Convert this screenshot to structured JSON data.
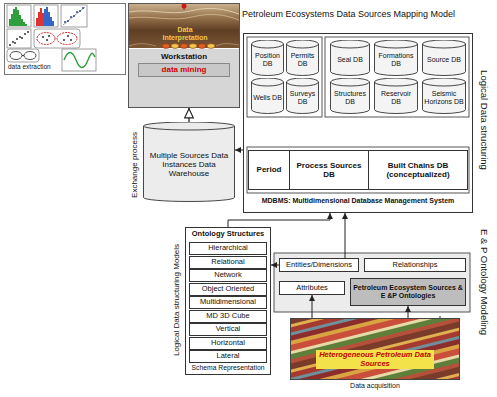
{
  "diagram": {
    "nodes": [
      {
        "text": [
          "data extraction"
        ]
      },
      {
        "text": [
          "Workstation"
        ]
      },
      {
        "text": [
          "Data Interpretation"
        ],
        "in": 1
      },
      {
        "text": [
          "data mining"
        ],
        "in": 1
      },
      {
        "text": [
          "Multiple Sources Data Instances Data Warehouse"
        ]
      },
      {
        "text": [
          "Petroleum Ecosystems Data Sources Mapping Model",
          "MDBMS: Multidimensional Database Management System"
        ]
      },
      {
        "text": [
          "Position DB"
        ],
        "in": 5
      },
      {
        "text": [
          "Permits DB"
        ],
        "in": 5
      },
      {
        "text": [
          "Wells DB"
        ],
        "in": 5
      },
      {
        "text": [
          "Surveys DB"
        ],
        "in": 5
      },
      {
        "text": [
          "Seal DB"
        ],
        "in": 5
      },
      {
        "text": [
          "Formations DB"
        ],
        "in": 5
      },
      {
        "text": [
          "Source DB"
        ],
        "in": 5
      },
      {
        "text": [
          "Structures DB"
        ],
        "in": 5
      },
      {
        "text": [
          "Reservoir DB"
        ],
        "in": 5
      },
      {
        "text": [
          "Seismic Horizons DB"
        ],
        "in": 5
      },
      {
        "text": [
          "Period"
        ],
        "in": 5
      },
      {
        "text": [
          "Process Sources DB"
        ],
        "in": 5
      },
      {
        "text": [
          "Built Chains DB (conceptualized)"
        ],
        "in": 5
      },
      {
        "text": [
          "Ontology Structures",
          "Schema Representation"
        ]
      },
      {
        "text": [
          "Hierarchical"
        ],
        "in": 19
      },
      {
        "text": [
          "Relational"
        ],
        "in": 19
      },
      {
        "text": [
          "Network"
        ],
        "in": 19
      },
      {
        "text": [
          "Object Oriented"
        ],
        "in": 19
      },
      {
        "text": [
          "Multidimensional"
        ],
        "in": 19
      },
      {
        "text": [
          "MD 3D Cube"
        ],
        "in": 19
      },
      {
        "text": [
          "Vertical"
        ],
        "in": 19
      },
      {
        "text": [
          "Horizontal"
        ],
        "in": 19
      },
      {
        "text": [
          "Lateral"
        ],
        "in": 19
      },
      {
        "text": [
          "Entities/Dimensions"
        ]
      },
      {
        "text": [
          "Relationships"
        ]
      },
      {
        "text": [
          "Attributes"
        ]
      },
      {
        "text": [
          "Petroleum Ecosystem Sources & E &P Ontologies"
        ]
      },
      {
        "text": [
          "Heterogeneous Petroleum Data Sources",
          "Data acquisition"
        ]
      }
    ],
    "edges": [
      {
        "from": 4,
        "to": 1,
        "arrow": "to"
      },
      {
        "from": 5,
        "to": 4,
        "arrow": "to"
      },
      {
        "from": 19,
        "to": 5,
        "arrow": "to"
      },
      {
        "from": 29,
        "to": 5,
        "arrow": "to"
      },
      {
        "from": 29,
        "to": 19,
        "arrow": "to"
      },
      {
        "from": 33,
        "to": 31,
        "arrow": "to"
      },
      {
        "from": 33,
        "to": 32,
        "arrow": "to"
      }
    ],
    "labels": [
      "Exchange process",
      "Logical Data structuring",
      "E & P Ontology Modeling",
      "Logical Data structuring Models"
    ]
  }
}
